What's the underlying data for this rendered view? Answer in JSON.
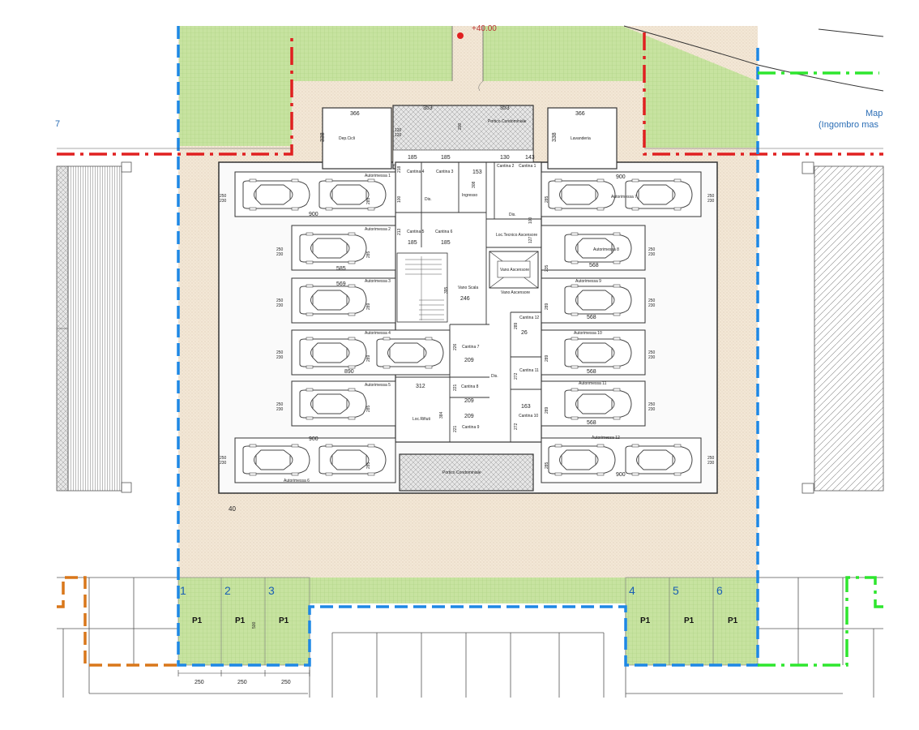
{
  "level_top": "+40.00",
  "level_mark": "40",
  "left_edge_label": "7",
  "map_label": "Map",
  "map_sub": "(Ingombro mas",
  "rooms": {
    "porch_top": "Portico Condominiale",
    "porch_bottom": "Portico Condominiale",
    "bike": "Dep.Cicli",
    "laundry": "Lavanderia",
    "entrance": "Ingresso",
    "disimpegno_a": "Dis.",
    "disimpegno_b": "Dis.",
    "disimpegno_c": "Dis.",
    "tech": "Loc.Tecnico Ascensore",
    "lift": "Vano Ascensore",
    "lift2": "Vano Ascensore",
    "stair": "Vano Scala",
    "waste": "Loc.Rifiuti"
  },
  "cellars": [
    "Cantina 1",
    "Cantina 2",
    "Cantina 3",
    "Cantina 4",
    "Cantina 5",
    "Cantina 6",
    "Cantina 7",
    "Cantina 8",
    "Cantina 9",
    "Cantina 10",
    "Cantina 11",
    "Cantina 12"
  ],
  "garages": [
    "Autorimessa 1",
    "Autorimessa 2",
    "Autorimessa 3",
    "Autorimessa 4",
    "Autorimessa 5",
    "Autorimessa 6",
    "Autorimessa 7",
    "Autorimessa 8",
    "Autorimessa 9",
    "Autorimessa 10",
    "Autorimessa 11",
    "Autorimessa 12"
  ],
  "dims": {
    "d366a": "366",
    "d366b": "366",
    "d353a": "353",
    "d353b": "353",
    "d338a": "338",
    "d338b": "338",
    "d120": "120",
    "d120b": "120",
    "d200": "200",
    "d185a": "185",
    "d185b": "185",
    "d185c": "185",
    "d185d": "185",
    "d130": "130",
    "d143": "143",
    "d153": "153",
    "d218": "218",
    "d100a": "100",
    "d213": "213",
    "d308": "308",
    "d100b": "100",
    "d127": "127",
    "d235a": "235",
    "d900a": "900",
    "d900b": "900",
    "d900c": "900",
    "d900d": "900",
    "d585": "585",
    "d569": "569",
    "d568a": "568",
    "d568b": "568",
    "d568c": "568",
    "d568d": "568",
    "d890": "890",
    "d312": "312",
    "d246": "246",
    "d395": "395",
    "d226": "226",
    "d209a": "209",
    "d221a": "221",
    "d209b": "209",
    "d209c": "209",
    "d221b": "221",
    "d384": "384",
    "d289a": "289",
    "d26": "26",
    "d272a": "272",
    "d163": "163",
    "d272b": "272",
    "d250a": "250",
    "d230a": "230",
    "d250b": "250",
    "d230b": "230",
    "d250c": "250",
    "d230c": "230",
    "d250d": "250",
    "d230d": "230",
    "d250e": "250",
    "d230e": "230",
    "d250f": "250",
    "d230f": "230",
    "d250g": "250",
    "d230g": "230",
    "d250h": "250",
    "d230h": "230",
    "d250i": "250",
    "d230i": "230",
    "d250j": "250",
    "d230j": "230",
    "d250k": "250",
    "d230k": "230",
    "d250l": "250",
    "d230l": "230",
    "d285a": "285",
    "d285b": "285",
    "d285c": "285",
    "d285d": "285",
    "d285e": "285",
    "d285f": "285",
    "d289b": "289",
    "d289c": "289",
    "d289d": "289",
    "d289e": "289",
    "d289f": "289",
    "d500": "500",
    "d250s1": "250",
    "d250s2": "250",
    "d250s3": "250"
  },
  "parking": [
    {
      "num": "1",
      "label": "P1"
    },
    {
      "num": "2",
      "label": "P1"
    },
    {
      "num": "3",
      "label": "P1"
    },
    {
      "num": "4",
      "label": "P1"
    },
    {
      "num": "5",
      "label": "P1"
    },
    {
      "num": "6",
      "label": "P1"
    }
  ],
  "colors": {
    "red": "#e02020",
    "blue": "#1e88e5",
    "green": "#2ee62e",
    "orange": "#d9771a",
    "lawn": "#b5d98c",
    "paving": "#f2e6d3"
  }
}
